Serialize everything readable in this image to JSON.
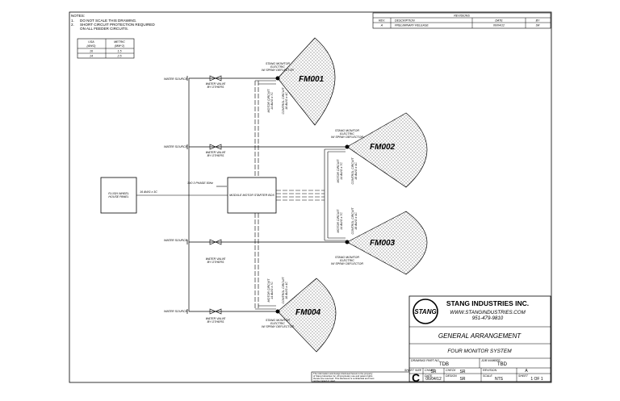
{
  "notes": {
    "heading": "NOTES:",
    "items": [
      {
        "num": "1.",
        "text": "DO NOT SCALE THIS DRAWING."
      },
      {
        "num": "2.",
        "text": "SHORT CIRCUIT PROTECTION REQUIRED"
      },
      {
        "num": "",
        "text": "ON ALL FEEDER CIRCUITS."
      }
    ]
  },
  "wire_table": {
    "col1_head1": "USA",
    "col1_head2": "(AWG)",
    "col2_head1": "METRIC",
    "col2_head2": "(MM^2)",
    "rows": [
      [
        "16",
        "1.5"
      ],
      [
        "14",
        "2.5"
      ]
    ]
  },
  "revisions": {
    "title": "REVISIONS",
    "headers": [
      "REV.",
      "DESCRIPTION",
      "DATE",
      "BY"
    ],
    "rows": [
      [
        "A",
        "PRELIMINARY RELEASE",
        "06/04/12",
        "SR"
      ]
    ]
  },
  "diagram": {
    "water_source": "WATER SOURCE",
    "water_valve_1": "WATER VALVE",
    "water_valve_2": "BY OTHERS",
    "monitor_1": "STANG MONITOR",
    "monitor_2": "ELECTRIC",
    "monitor_3": "W/ SPRAY DEFLECTOR",
    "monitors": [
      {
        "id": "FM001"
      },
      {
        "id": "FM002"
      },
      {
        "id": "FM003"
      },
      {
        "id": "FM004"
      }
    ],
    "panel_1": "FLUSH WHEEL",
    "panel_2": "HOUSE PANEL",
    "panel_cable": "16 AWG x 3C",
    "power_label": "3X0 3 PHASE 50Hz",
    "motor_box": "MODULE MOTOR STARTER BOX",
    "cable_labels": [
      "MOTOR CIRCUIT",
      "14 AWG x 7C",
      "CONTROL CIRCUIT",
      "16 AWG x 4C"
    ]
  },
  "title_block": {
    "company": "STANG INDUSTRIES INC.",
    "website": "WWW.STANGINDUSTRIES.COM",
    "phone": "951-479-9810",
    "logo_text": "STANG",
    "drawing_title": "GENERAL ARRANGEMENT",
    "subtitle": "FOUR MONITOR SYSTEM",
    "drawing_part_label": "DRAWING/ PART NO.",
    "drawing_part_value": "TDB",
    "job_label": "JOB NUMBER",
    "job_value": "TBD",
    "chart_label": "CHART",
    "chart_value": "SR",
    "check_label": "CHECK",
    "check_value": "SR",
    "rev_label": "REVISION",
    "rev_value": "A",
    "sheet_size_label": "SHEET SIZE",
    "sheet_size_value": "C",
    "date_label": "DATE",
    "date_value": "06/04/12",
    "design_label": "DESIGN",
    "design_value": "SR",
    "scale_label": "SCALE",
    "scale_value": "NTS",
    "sheet_label": "SHEET",
    "sheet_value": "1 OF 1",
    "disclaimer_1": "The information and design disclosed herein is the property",
    "disclaimer_2": "of Stang Industries Inc. All proprietary use and patent rights",
    "disclaimer_3": "thereto are reserved. This disclosure is confidential and must",
    "disclaimer_4": "not be copied or used."
  },
  "colors": {
    "ink": "#000000",
    "paper": "#ffffff"
  }
}
